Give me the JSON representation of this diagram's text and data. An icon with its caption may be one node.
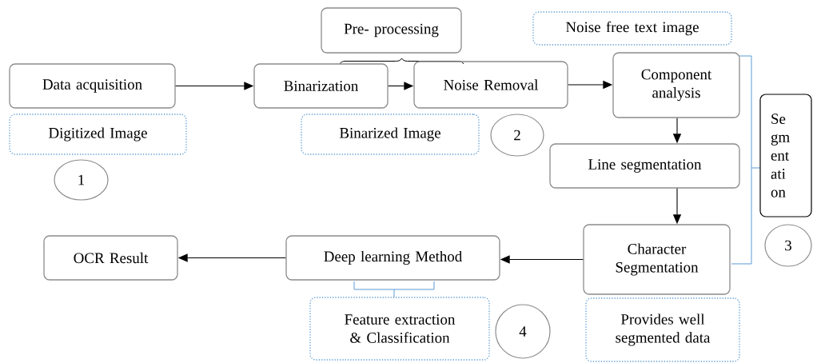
{
  "diagram": {
    "nodes": [
      {
        "text": [
          "Pre- processing"
        ]
      },
      {
        "text": [
          "Noise free text image"
        ]
      },
      {
        "text": [
          "Data acquisition"
        ]
      },
      {
        "text": [
          "Binarization"
        ]
      },
      {
        "text": [
          "Noise Removal"
        ]
      },
      {
        "text": [
          "Component analysis"
        ]
      },
      {
        "text": [
          "Digitized Image"
        ]
      },
      {
        "text": [
          "Binarized Image"
        ]
      },
      {
        "text": [
          "2"
        ]
      },
      {
        "text": [
          "Line segmentation"
        ]
      },
      {
        "text": [
          "Se gm ent ati on"
        ]
      },
      {
        "text": [
          "1"
        ]
      },
      {
        "text": [
          "OCR Result"
        ]
      },
      {
        "text": [
          "Deep learning Method"
        ]
      },
      {
        "text": [
          "Character Segmentation"
        ]
      },
      {
        "text": [
          "3"
        ]
      },
      {
        "text": [
          "Feature extraction & Classification"
        ]
      },
      {
        "text": [
          "4"
        ]
      },
      {
        "text": [
          "Provides well segmented data"
        ]
      }
    ],
    "edges": [
      {
        "from": 2,
        "to": 3,
        "arrow": "to"
      },
      {
        "from": 3,
        "to": 4,
        "arrow": "to"
      },
      {
        "from": 4,
        "to": 5,
        "arrow": "to"
      },
      {
        "from": 5,
        "to": 9,
        "arrow": "to"
      },
      {
        "from": 9,
        "to": 14,
        "arrow": "to"
      },
      {
        "from": 14,
        "to": 13,
        "arrow": "to"
      },
      {
        "from": 13,
        "to": 12,
        "arrow": "to"
      }
    ]
  }
}
